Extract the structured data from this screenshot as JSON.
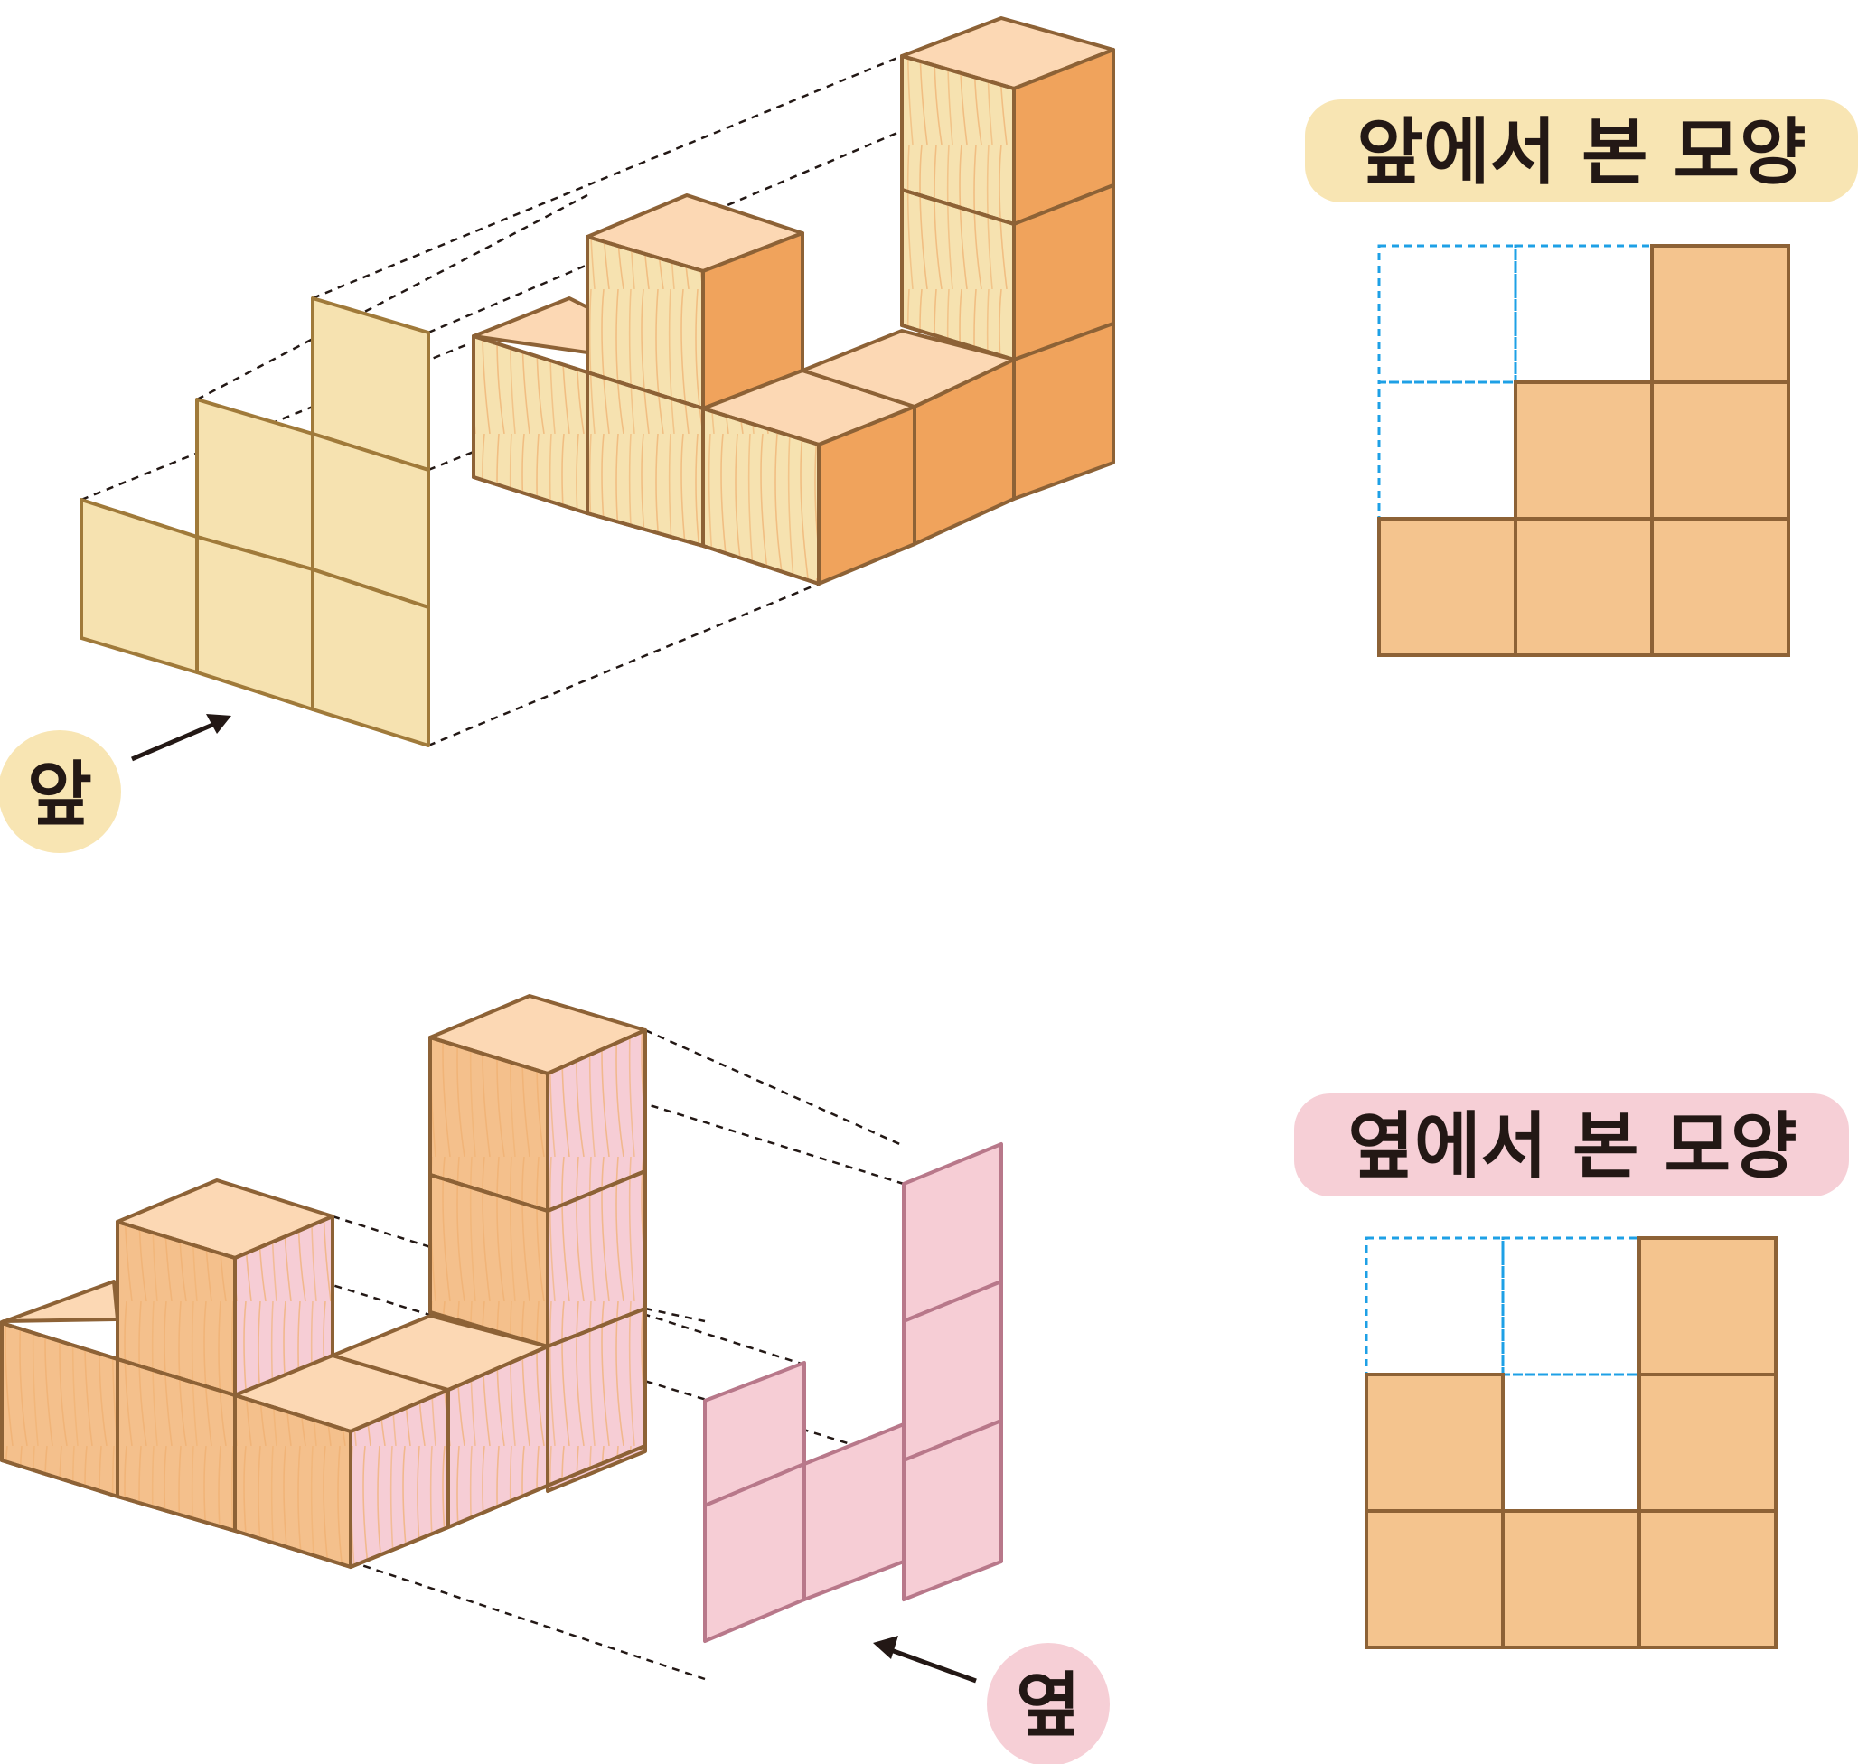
{
  "front_view": {
    "title": "앞에서 본 모양",
    "direction_label": "앞",
    "column_heights": [
      1,
      2,
      3
    ],
    "title_bg_color": "#f8e5b3",
    "ghost_color": "#f6e2b0"
  },
  "side_view": {
    "title": "옆에서 본 모양",
    "direction_label": "옆",
    "column_heights": [
      2,
      1,
      3
    ],
    "title_bg_color": "#f6cfd6",
    "ghost_color": "#f6cdd5"
  },
  "colors": {
    "cube_front_light": "#f6e2b0",
    "cube_top": "#fcd8b4",
    "cube_side_dark": "#f0a35c",
    "cube_orange": "#f4c08c",
    "cube_pink_side": "#f6cdd5",
    "edge": "#8d6236",
    "view_cell": "#f4c48e",
    "grid_dashed": "#1ea0e6"
  }
}
